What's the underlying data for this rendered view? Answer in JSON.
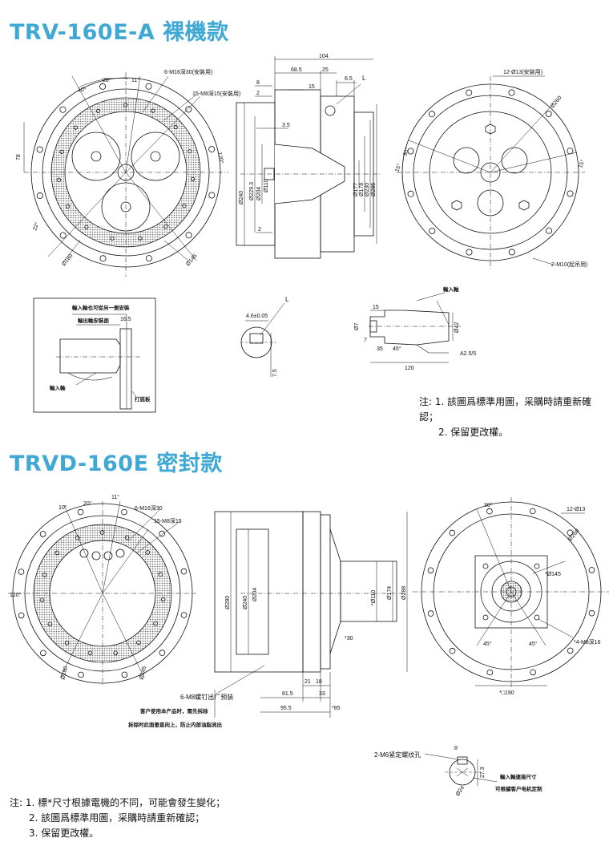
{
  "section1": {
    "title": "TRV-160E-A 裸機款",
    "front_labels": [
      "10°",
      "20°",
      "11°",
      "6-M16深30(安裝用)",
      "15-M8深15(安裝用)",
      "78",
      "22°",
      "120°",
      "Ø180",
      "Ø145"
    ],
    "side_dims": [
      "104",
      "68.5",
      "25",
      "6.5",
      "8",
      "15",
      "2",
      "3.5",
      "Ø240",
      "Ø229.3",
      "Ø204",
      "Ø110",
      "Ø177",
      "Ø178",
      "Ø230",
      "Ø285",
      "2",
      "L"
    ],
    "rear_labels": [
      "12-Ø13(安裝用)",
      "Ø260",
      "30°",
      "15°",
      "15°",
      "2-M10(起吊用)"
    ],
    "inset_labels": [
      "輸入軸也可從另一側安裝",
      "輸出軸安裝面",
      "16.5",
      "輸入軸",
      "打底板"
    ],
    "key_labels": [
      "L",
      "4.6±0.05",
      "7.5"
    ],
    "shaft_labels": [
      "輸入軸",
      "15",
      "Ø7",
      "7",
      "35",
      "45°",
      "Ø42",
      "A2.5/5",
      "120"
    ],
    "notes": [
      "注: 1. 該圖爲標準用圖，采購時請重新確認；",
      "2. 保留更改權。"
    ]
  },
  "section2": {
    "title": "TRVD-160E 密封款",
    "front_labels": [
      "10°",
      "20°",
      "11°",
      "6-M16深30",
      "15-M8深15",
      "120°",
      "Ø180",
      "Ø145"
    ],
    "side_dims": [
      "Ø280",
      "Ø240",
      "Ø204",
      "*Ø110",
      "Ø174",
      "Ø288",
      "*30",
      "21",
      "18",
      "81.5",
      "33",
      "95.5",
      "*85"
    ],
    "rear_labels": [
      "30°",
      "12-Ø13",
      "Ø260",
      "*Ø145",
      "45°",
      "45°",
      "*4-M8深16",
      "*□190"
    ],
    "side_notes": [
      "6-M8螺钉出厂预装",
      "客户使用本产品时，需先拆除",
      "拆除时此面垂直向上，防止内部油脂流出"
    ],
    "key_labels": [
      "2-M6紧定螺纹孔",
      "8",
      "Ø24",
      "27.3",
      "輸入軸連接尺寸",
      "可根據客户电机定制"
    ],
    "notes": [
      "注: 1. 標*尺寸根據電機的不同，可能會發生變化；",
      "2. 該圖爲標準用圖，采購時請重新確認；",
      "3. 保留更改權。"
    ]
  }
}
